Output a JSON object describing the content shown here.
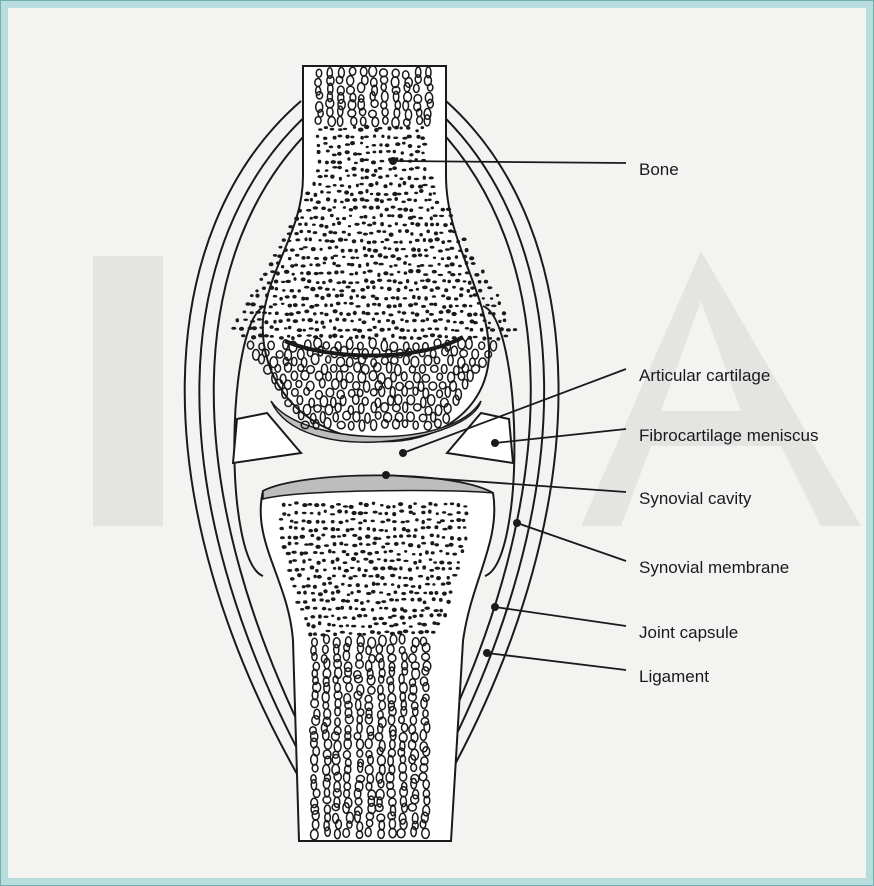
{
  "diagram": {
    "labels": {
      "bone": "Bone",
      "articular_cartilage": "Articular cartilage",
      "meniscus": "Fibrocartilage meniscus",
      "synovial_cavity": "Synovial cavity",
      "synovial_membrane": "Synovial membrane",
      "joint_capsule": "Joint capsule",
      "ligament": "Ligament"
    },
    "colors": {
      "ink": "#1a1a1a",
      "cartilage": "#bdbdbd",
      "background": "#f3f3f2",
      "frame": "#b9dcdc"
    }
  }
}
